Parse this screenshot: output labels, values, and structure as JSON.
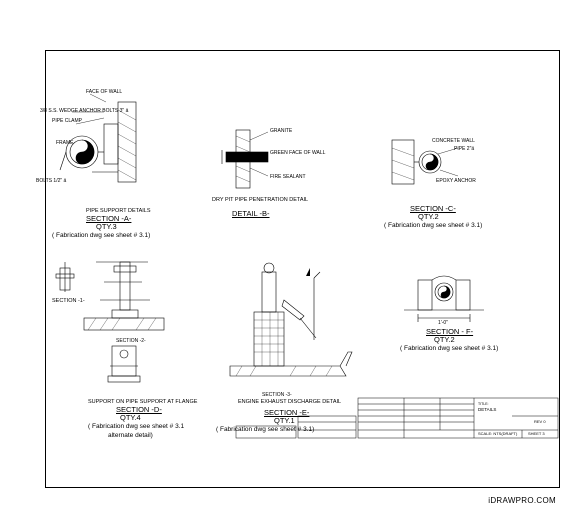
{
  "watermark": "iDRAWPRO.COM",
  "section_a": {
    "label_face": "FACE OF WALL",
    "label_anchor": "3/8 S.S. WEDGE ANCHOR BOLTS 3\" ä",
    "label_pipe": "PIPE CLAMP",
    "label_frame": "FRAME",
    "label_bolts": "BOLTS 1/2\" ä",
    "caption": "PIPE SUPPORT DETAILS",
    "title": "SECTION -A-",
    "qty": "QTY.3",
    "note": "( Fabrication dwg see sheet # 3.1)"
  },
  "section_b": {
    "label_top": "GRANITE",
    "label_sleeve": "GREEN FACE OF WALL",
    "label_seal": "FIRE SEALANT",
    "caption": "DRY PIT PIPE PENETRATION DETAIL",
    "title": "DETAIL -B-"
  },
  "section_c": {
    "label_wall": "CONCRETE WALL",
    "label_pipe": "PIPE 2\"ä",
    "label_anchor": "EPOXY ANCHOR",
    "title": "SECTION -C-",
    "qty": "QTY.2",
    "note": "( Fabrication dwg see sheet # 3.1)"
  },
  "section_1": {
    "title": "SECTION -1-"
  },
  "section_d": {
    "sub": "SECTION -2-",
    "caption": "SUPPORT ON PIPE SUPPORT AT FLANGE",
    "title": "SECTION -D-",
    "qty": "QTY.4",
    "note": "( Fabrication dwg see sheet # 3.1",
    "note2": "alternate detail)"
  },
  "section_e": {
    "sub": "SECTION -3-",
    "caption": "ENGINE EXHAUST DISCHARGE DETAIL",
    "title": "SECTION -E-",
    "qty": "QTY.1",
    "note": "( Fabrication dwg see sheet # 3.1)"
  },
  "section_f": {
    "title": "SECTION - F-",
    "qty": "QTY.2",
    "note": "( Fabrication dwg see sheet # 3.1)",
    "dim": "1'-0\""
  },
  "title_block": {
    "title_label": "TITLE:",
    "title_value": "DETAILS",
    "scale_label": "SCALE: NTS(DRAFT)",
    "sheet_label": "SHEET 3",
    "rev_label": "REV 0"
  }
}
